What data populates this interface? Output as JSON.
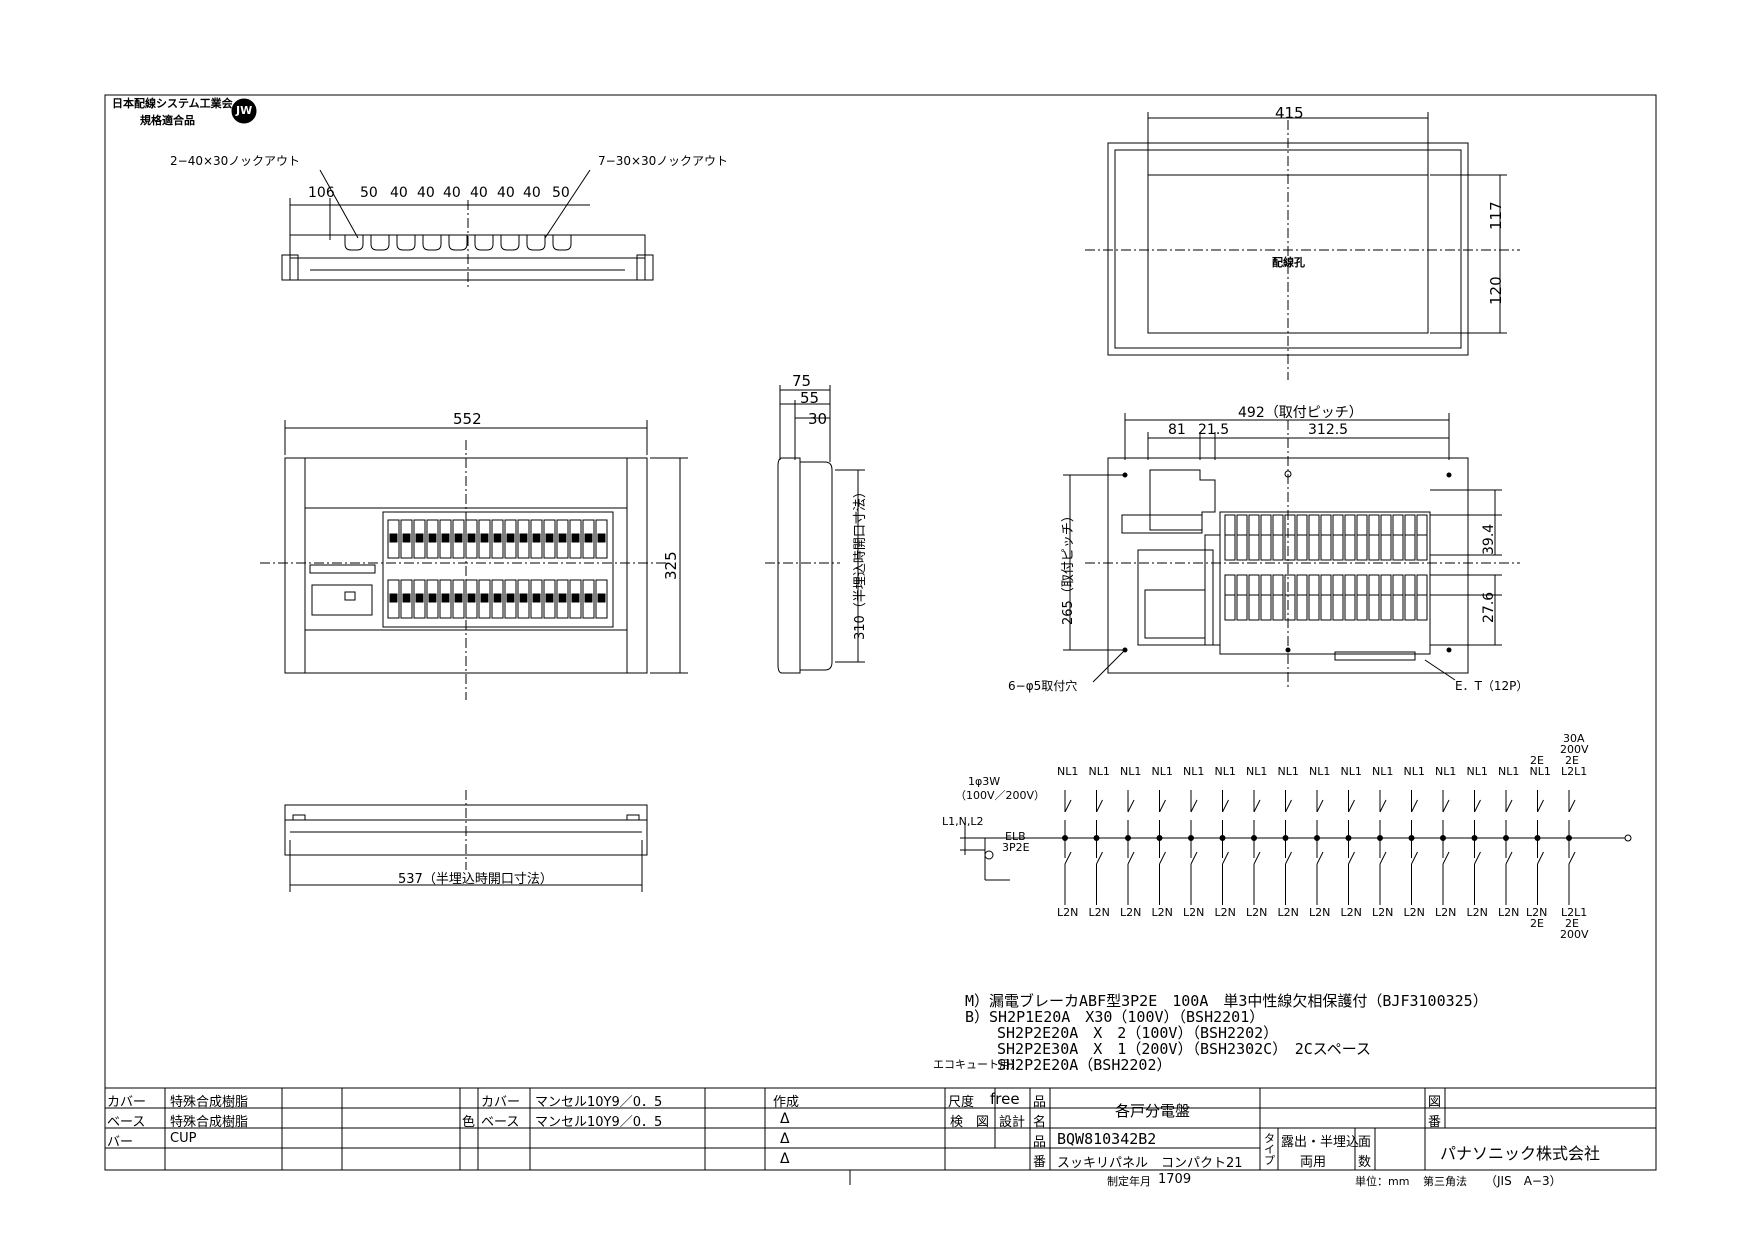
{
  "header": {
    "org_line1": "日本配線システム工業会",
    "org_line2": "規格適合品",
    "logo_text": "JW"
  },
  "top_view": {
    "knockout_left": "2−40×30ノックアウト",
    "knockout_right": "7−30×30ノックアウト",
    "dims": [
      "106",
      "50",
      "40",
      "40",
      "40",
      "40",
      "40",
      "40",
      "50"
    ]
  },
  "front_view": {
    "width": "552",
    "height": "325"
  },
  "side_view": {
    "d1": "75",
    "d2": "55",
    "d3": "30",
    "opening": "310（半埋込時開口寸法）"
  },
  "bottom_view": {
    "width": "537（半埋込時開口寸法）"
  },
  "back_view": {
    "width": "415",
    "h1": "117",
    "h2": "120",
    "label": "配線孔"
  },
  "inner_view": {
    "pitch": "492（取付ピッチ）",
    "d81": "81",
    "d215": "21.5",
    "d3125": "312.5",
    "v265": "265（取付ピッチ）",
    "v394": "39.4",
    "v276": "27.6",
    "holes": "6−φ5取付穴",
    "et": "E．T（12P）"
  },
  "schematic": {
    "supply": "1φ3W",
    "supply2": "（100V／200V）",
    "line": "L1,N,L2",
    "elb": "ELB",
    "elb2": "3P2E",
    "top_label": "NL1",
    "bottom_label": "L2N",
    "e2": "2E",
    "l2l1": "L2L1",
    "a30": "30A",
    "v200": "200V",
    "l2n2e": "L2N",
    "l2l1b": "L2L1"
  },
  "notes": {
    "m": "M）漏電ブレーカABF型3P2E　100A　単3中性線欠相保護付（BJF3100325）",
    "b1": "B）SH2P1E20A　X30（100V）（BSH2201）",
    "b2": "SH2P2E20A　X　2（100V）（BSH2202）",
    "b3": "SH2P2E30A　X　1（200V）（BSH2302C）　2Cスペース",
    "eco_label": "エコキュート用）",
    "eco": "SH2P2E20A（BSH2202）"
  },
  "title_block": {
    "r1c1": "カバー",
    "r1c2": "特殊合成樹脂",
    "r2c1": "ベース",
    "r2c2": "特殊合成樹脂",
    "r3c1": "バー",
    "r3c2": "CUP",
    "iro": "色",
    "cover": "カバー",
    "base": "ベース",
    "cover_v": "マンセル10Y9／0．5",
    "base_v": "マンセル10Y9／0．5",
    "sakusei": "作成",
    "delta": "Δ",
    "shakudo": "尺度",
    "free": "free",
    "kenzu": "検　図",
    "sekkei": "設計",
    "hin": "品",
    "mei": "名",
    "ban": "番",
    "name": "各戸分電盤",
    "model": "BQW810342B2",
    "series": "スッキリパネル　コンパクト21",
    "type": "タイプ",
    "roshutsu": "露出・半埋込",
    "ryoyo": "両用",
    "men": "面",
    "su": "数",
    "zu": "図",
    "ban2": "番",
    "company": "パナソニック株式会社",
    "seitei": "制定年月",
    "date": "1709",
    "tani": "単位：mm",
    "sankaku": "第三角法",
    "jis": "（JIS　A−3）"
  }
}
